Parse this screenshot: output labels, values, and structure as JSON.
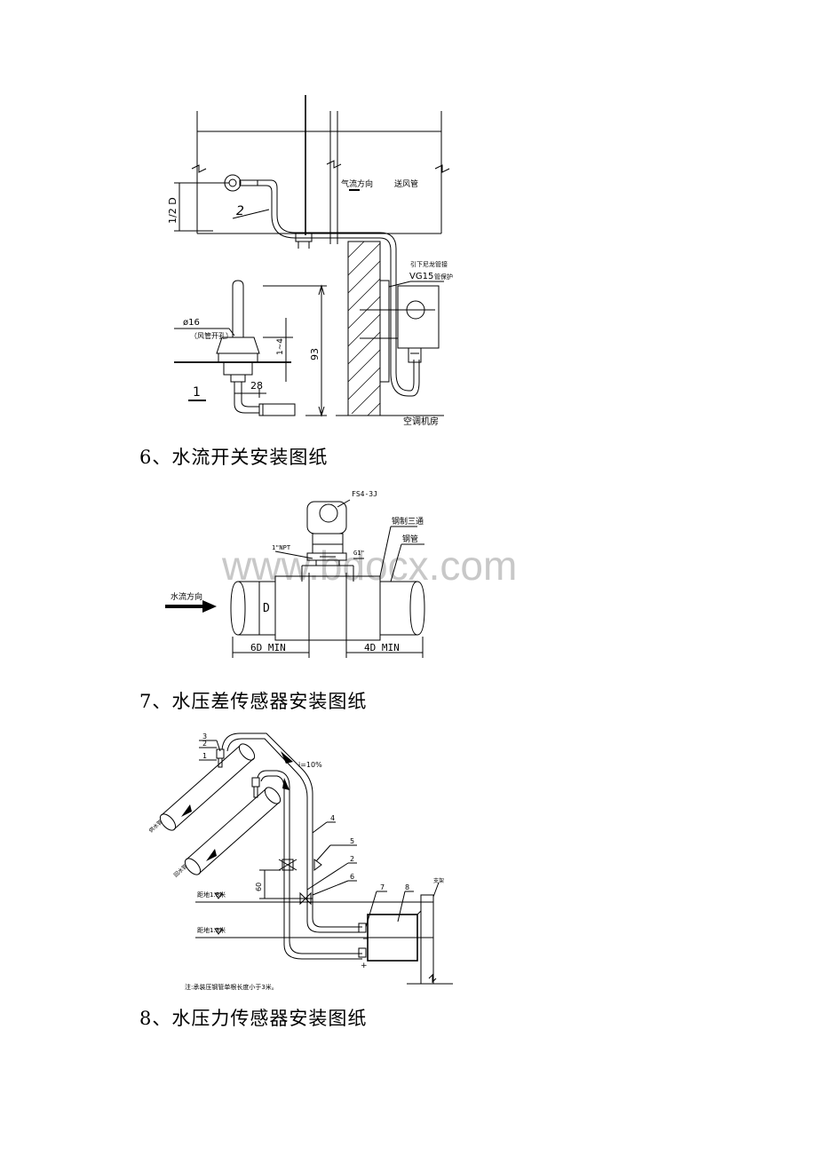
{
  "figure1": {
    "label_half_d": "1/2 D",
    "label_2": "2",
    "label_airflow": "气流方向",
    "label_supply_duct": "送风管",
    "label_nylon_pipe": "引下尼龙管接",
    "label_vg15": "VG15",
    "label_vg15_suffix": "管保护",
    "label_d16": "ø16",
    "label_duct_hole": "（风管开孔）",
    "label_1_4": "1~4",
    "label_93": "93",
    "label_28": "28",
    "label_1": "1",
    "label_ahu_room": "空调机房"
  },
  "heading6": "6、水流开关安装图纸",
  "figure2": {
    "label_model": "FS4-3J",
    "label_npt": "1\"NPT",
    "label_g1": "G1\"",
    "label_steel_tee": "钢制三通",
    "label_steel_pipe": "钢管",
    "label_flow_dir": "水流方向",
    "label_D": "D",
    "label_6d": "6D  MIN",
    "label_4d": "4D  MIN",
    "watermark": "www.bdocx.com"
  },
  "heading7": "7、水压差传感器安装图纸",
  "figure3": {
    "n3": "3",
    "n2": "2",
    "n1": "1",
    "slope": "i=10%",
    "n4": "4",
    "n5": "5",
    "n2b": "2",
    "n6": "6",
    "n7": "7",
    "n8": "8",
    "label_supply": "供水管",
    "label_return": "回水管",
    "label_60": "60",
    "label_elev18": "距地1.8米",
    "label_elev13": "距地1.3米",
    "label_support": "支架",
    "note": "注:承装压钢管单根长度小于3米。",
    "minus": "−",
    "plus": "+"
  },
  "heading8": "8、水压力传感器安装图纸"
}
